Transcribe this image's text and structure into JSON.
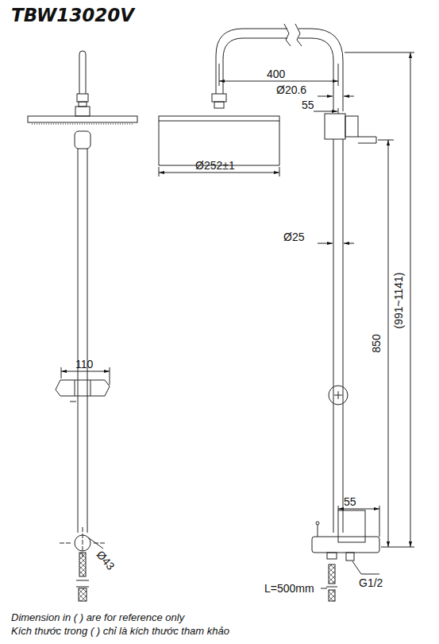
{
  "diagram": {
    "title": "TBW13020V",
    "labels": [
      "400",
      "Ø20.6",
      "55",
      "Ø252±1",
      "Ø25",
      "850",
      "(991~1141)",
      "110",
      "Ø43",
      "55",
      "G1/2",
      "L=500mm",
      "Dimension in ( ) are for reference only",
      "Kích thước trong ( ) chỉ là kích thước tham khảo"
    ]
  }
}
